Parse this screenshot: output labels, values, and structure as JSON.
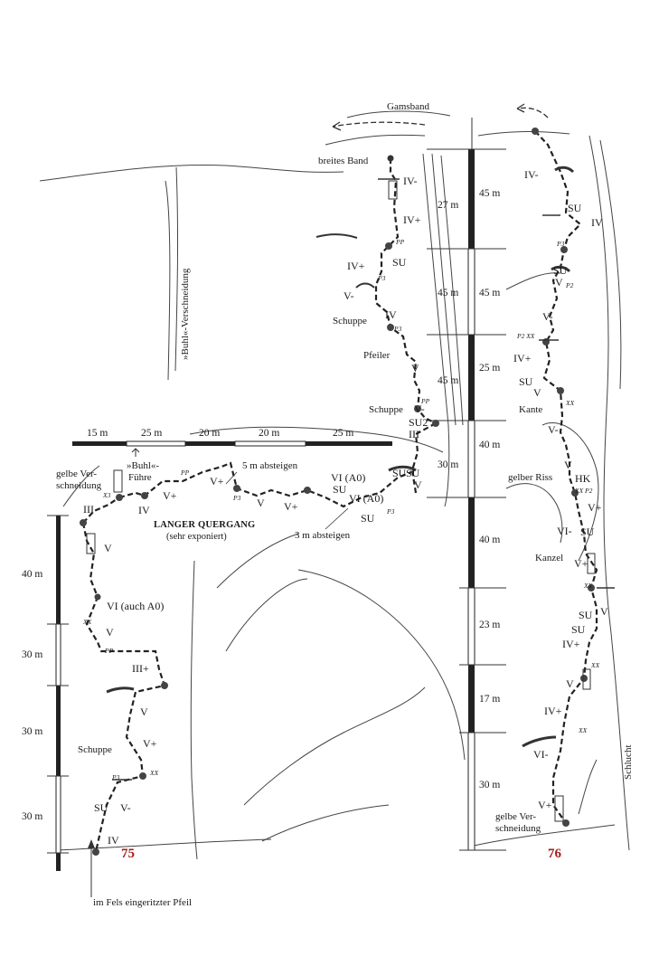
{
  "colors": {
    "route_number": "#a3211c",
    "ink": "#1a1a1a",
    "rock": "#444444"
  },
  "places": {
    "gamsband": "Gamsband",
    "breites_band": "breites Band",
    "buhl_verschneidung": "»Buhl«-Verschneidung",
    "schuppe_upper": "Schuppe",
    "pfeiler": "Pfeiler",
    "schuppe_lower": "Schuppe",
    "gelbe_verschneidung_left_1": "gelbe Ver-",
    "gelbe_verschneidung_left_2": "schneidung",
    "buhl_fuehre_1": "»Buhl«-",
    "buhl_fuehre_2": "Führe",
    "langer_quergang": "LANGER QUERGANG",
    "sehr_exponiert": "(sehr exponiert)",
    "absteigen_5m": "5 m absteigen",
    "absteigen_3m": "3 m absteigen",
    "schuppe_left": "Schuppe",
    "fels_pfeil": "im Fels eingeritzter Pfeil",
    "kante": "Kante",
    "gelber_riss": "gelber Riss",
    "kanzel": "Kanzel",
    "schlucht": "Schlucht",
    "gelbe_verschneidung_right_1": "gelbe Ver-",
    "gelbe_verschneidung_right_2": "schneidung"
  },
  "routes": {
    "left": "75",
    "right": "76"
  },
  "grades_center": {
    "g1": "IV-",
    "g2": "IV+",
    "g3": "IV+",
    "g4": "SU",
    "g5": "V-",
    "g6": "IV",
    "g7": "V",
    "g8": "V-",
    "g9": "SU2",
    "g10": "III",
    "g11": "SU",
    "g12": "SU",
    "g13": "V"
  },
  "grades_traverse": {
    "t1": "III",
    "t2": "IV",
    "t3": "V+",
    "t4": "V+",
    "t5": "V",
    "t6": "V+",
    "t7": "VI (A0)",
    "t8": "SU",
    "t9": "VI (A0)",
    "t10": "SU"
  },
  "grades_left": {
    "l1": "V",
    "l2": "VI (auch A0)",
    "l3": "V",
    "l4": "III+",
    "l5": "V",
    "l6": "V+",
    "l7": "V-",
    "l8": "SU",
    "l9": "IV"
  },
  "grades_right": {
    "r1": "IV-",
    "r2": "SU",
    "r3": "IV",
    "r4": "SU",
    "r5": "V",
    "r6": "V-",
    "r7": "IV+",
    "r8": "SU",
    "r9": "V",
    "r10": "V-",
    "r11": "V",
    "r12": "HK",
    "r13": "V+",
    "r14": "VI-",
    "r15": "SU",
    "r16": "V+",
    "r17": "V",
    "r18": "SU",
    "r19": "SU",
    "r20": "IV+",
    "r21": "V",
    "r22": "IV+",
    "r23": "VI-",
    "r24": "V+"
  },
  "distances_left": [
    "40 m",
    "30 m",
    "30 m",
    "30 m"
  ],
  "distances_top": [
    "15 m",
    "25 m",
    "20 m",
    "20 m",
    "25 m"
  ],
  "distances_mid": [
    "27 m",
    "45 m",
    "45 m",
    "30 m"
  ],
  "distances_right": [
    "45 m",
    "45 m",
    "25 m",
    "40 m",
    "40 m",
    "23 m",
    "17 m",
    "30 m"
  ]
}
